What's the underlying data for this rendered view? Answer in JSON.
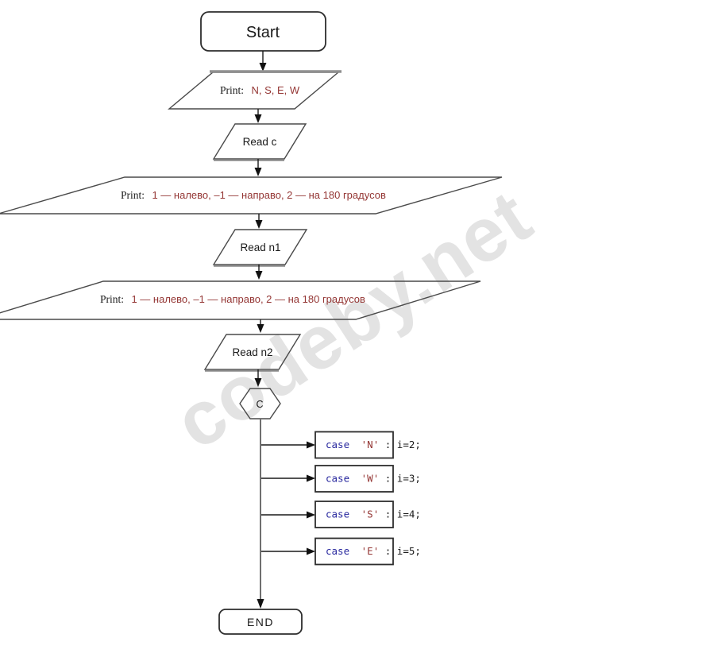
{
  "watermark": "codeby.net",
  "colors": {
    "text_red": "#943634",
    "code_blue": "#28289e",
    "shape_border": "#4a4a4a",
    "shadow_gray": "#909090",
    "watermark_gray": "#e3e3e3"
  },
  "nodes": {
    "start": {
      "label": "Start"
    },
    "print_directions": {
      "prefix": "Print:",
      "value": "N, S, E, W"
    },
    "read_c": {
      "label": "Read c"
    },
    "print_turn_1": {
      "prefix": "Print:",
      "value": "1 — налево, –1 — направо, 2 — на 180 градусов"
    },
    "read_n1": {
      "label": "Read n1"
    },
    "print_turn_2": {
      "prefix": "Print:",
      "value": "1 — налево, –1 — направо, 2 — на 180 градусов"
    },
    "read_n2": {
      "label": "Read n2"
    },
    "connector": {
      "label": "C"
    },
    "end": {
      "label": "END"
    }
  },
  "cases": [
    {
      "keyword": "case",
      "literal": "'N'",
      "statement": ": i=2;"
    },
    {
      "keyword": "case",
      "literal": "'W'",
      "statement": ": i=3;"
    },
    {
      "keyword": "case",
      "literal": "'S'",
      "statement": ": i=4;"
    },
    {
      "keyword": "case",
      "literal": "'E'",
      "statement": ": i=5;"
    }
  ]
}
